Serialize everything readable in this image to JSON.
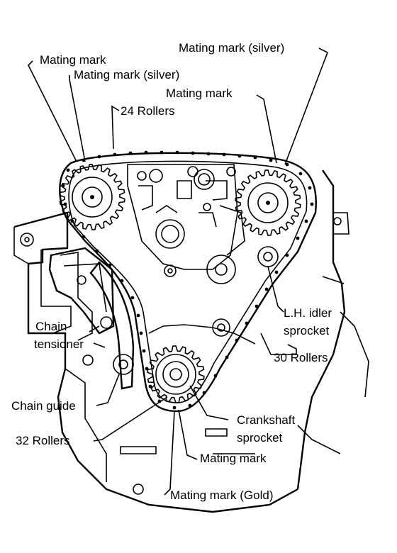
{
  "labels": {
    "mating_mark_silver_right": "Mating mark (silver)",
    "mating_mark_left": "Mating mark",
    "mating_mark_silver_left": "Mating mark (silver)",
    "mating_mark_right": "Mating mark",
    "rollers_24": "24 Rollers",
    "lh_idler_line1": "L.H. idler",
    "lh_idler_line2": "sprocket",
    "chain_tensioner_line1": "Chain",
    "chain_tensioner_line2": "tensioner",
    "rollers_30": "30 Rollers",
    "chain_guide": "Chain guide",
    "crankshaft_line1": "Crankshaft",
    "crankshaft_line2": "sprocket",
    "rollers_32": "32 Rollers",
    "mating_mark_bottom": "Mating mark",
    "mating_mark_gold": "Mating mark (Gold)"
  },
  "icons": {
    "left_cam_sprocket": "gear-icon",
    "right_cam_sprocket": "gear-icon",
    "crankshaft_sprocket": "gear-icon"
  }
}
